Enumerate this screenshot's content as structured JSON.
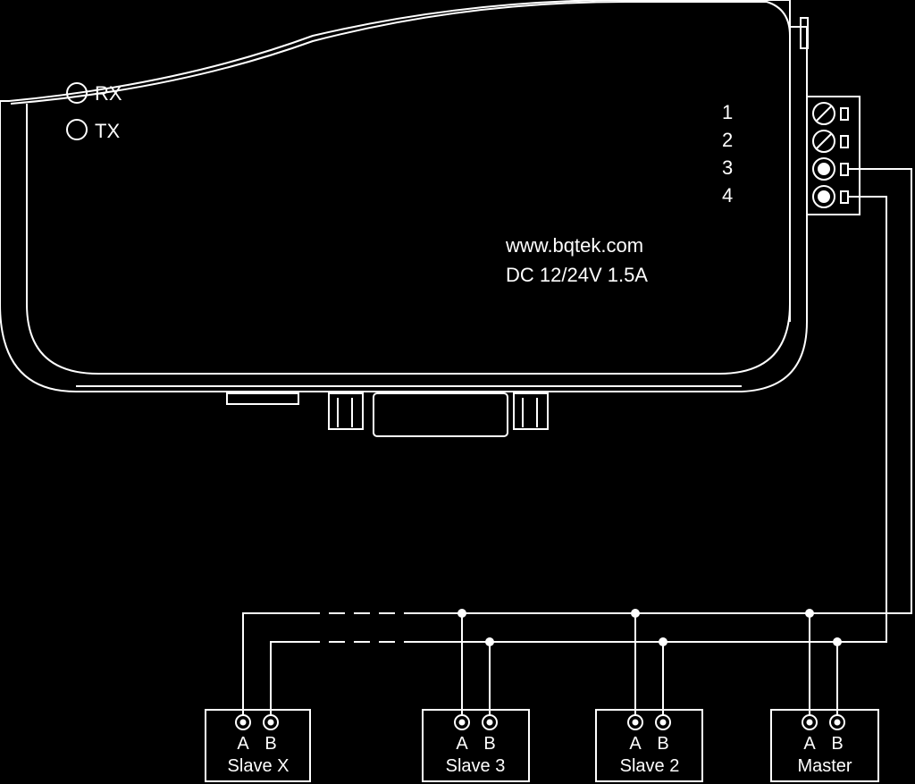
{
  "device": {
    "leds": [
      {
        "label": "RX"
      },
      {
        "label": "TX"
      }
    ],
    "terminal_numbers": [
      "1",
      "2",
      "3",
      "4"
    ],
    "website": "www.bqtek.com",
    "power": "DC 12/24V 1.5A"
  },
  "bus": {
    "nodes": [
      {
        "name": "Slave X",
        "pin_a": "A",
        "pin_b": "B"
      },
      {
        "name": "Slave 3",
        "pin_a": "A",
        "pin_b": "B"
      },
      {
        "name": "Slave 2",
        "pin_a": "A",
        "pin_b": "B"
      },
      {
        "name": "Master",
        "pin_a": "A",
        "pin_b": "B"
      }
    ]
  },
  "colors": {
    "background": "#000000",
    "line": "#ffffff"
  }
}
